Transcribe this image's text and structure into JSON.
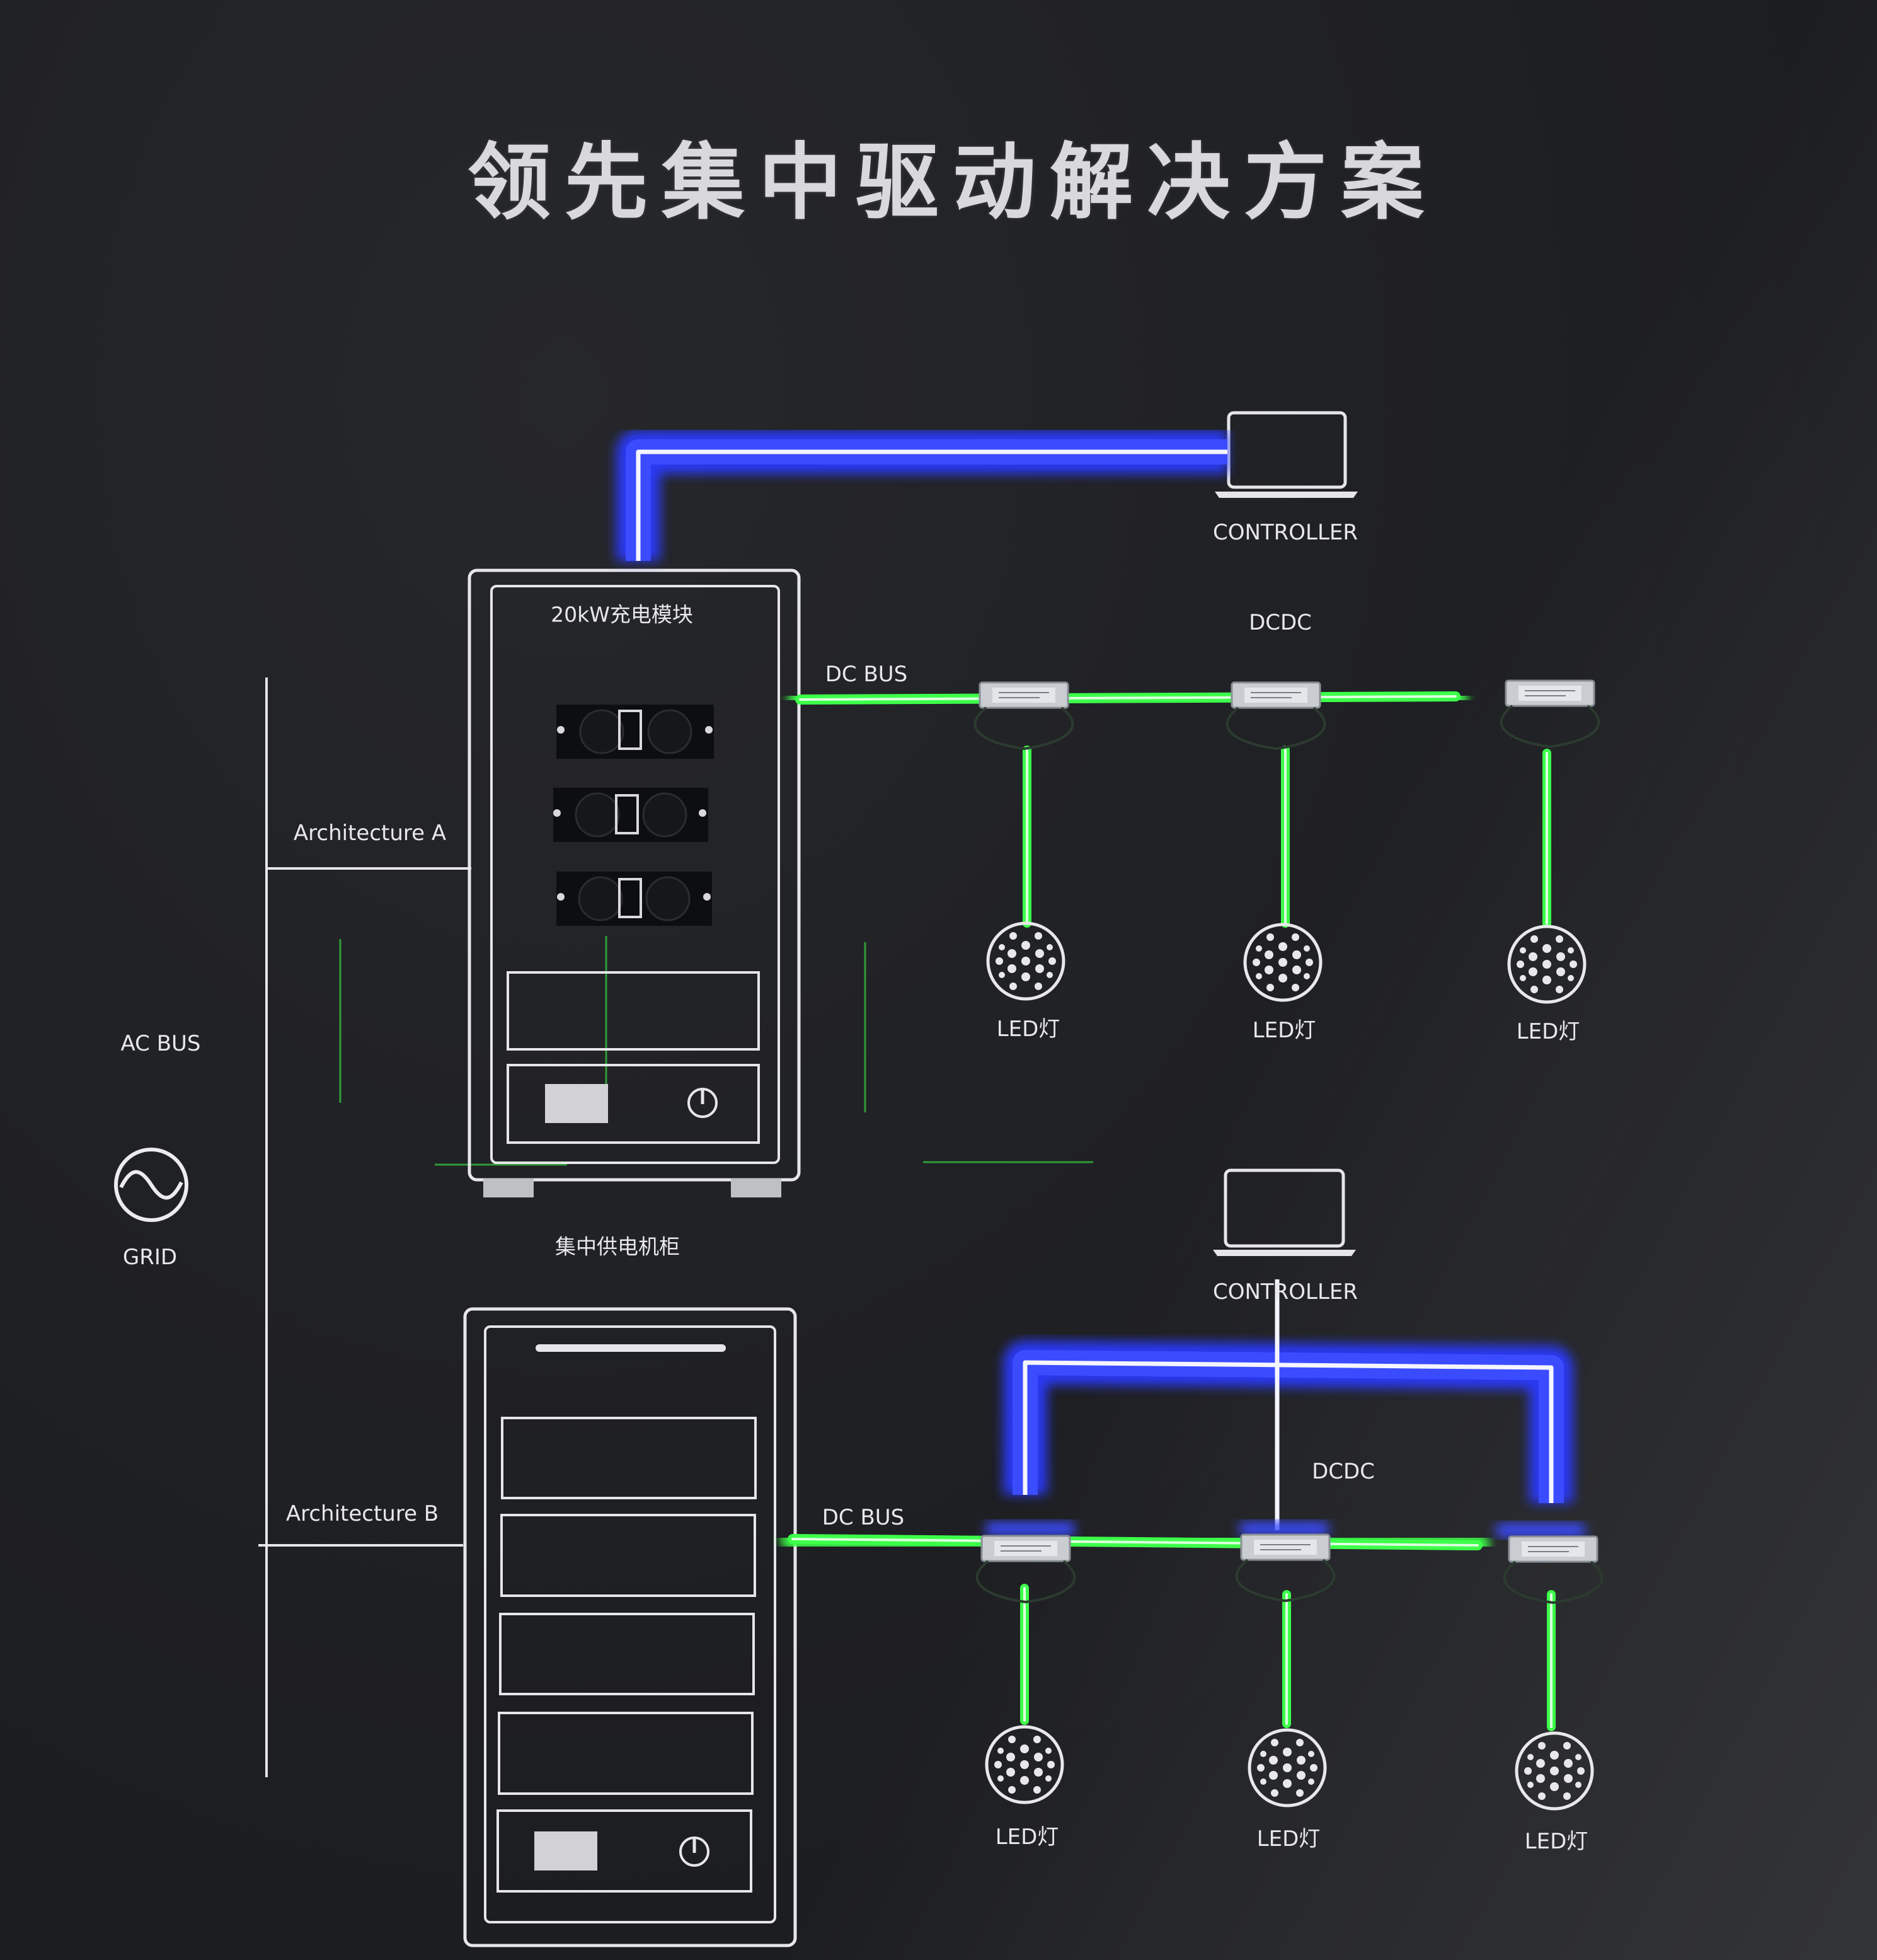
{
  "title": "领先集中驱动解决方案",
  "grid": {
    "ac_bus_label": "AC BUS",
    "grid_label": "GRID",
    "icon": "sine-wave-icon"
  },
  "architecture_a": {
    "label": "Architecture A",
    "module_label": "20kW充电模块",
    "cabinet_label": "集中供电机柜",
    "controller_label": "CONTROLLER",
    "dcdc_label": "DCDC",
    "dc_bus_label": "DC BUS",
    "led_labels": [
      "LED灯",
      "LED灯",
      "LED灯"
    ]
  },
  "architecture_b": {
    "label": "Architecture B",
    "controller_label": "CONTROLLER",
    "dcdc_label": "DCDC",
    "dc_bus_label": "DC BUS",
    "led_labels": [
      "LED灯",
      "LED灯",
      "LED灯"
    ]
  },
  "colors": {
    "background": "#1e1f22",
    "line_white": "#e6e6e8",
    "neon_blue": "#2a3bff",
    "neon_green": "#3dff4a"
  }
}
